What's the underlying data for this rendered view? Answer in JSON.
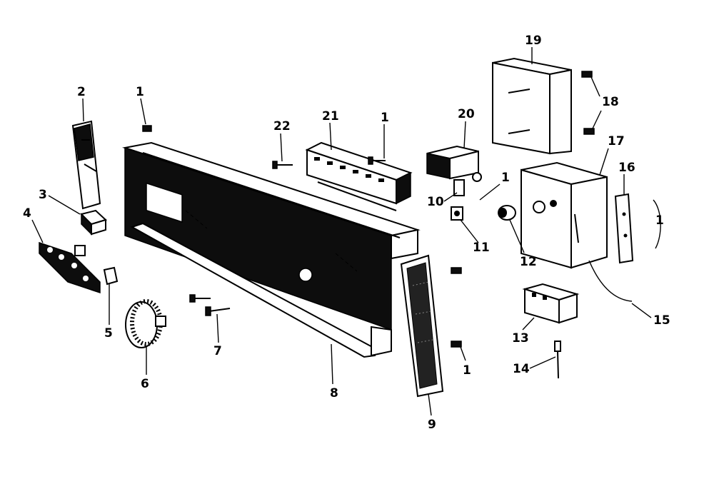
{
  "callouts": [
    {
      "id": "c1a",
      "text": "1"
    },
    {
      "id": "c2",
      "text": "2"
    },
    {
      "id": "c3",
      "text": "3"
    },
    {
      "id": "c4",
      "text": "4"
    },
    {
      "id": "c5",
      "text": "5"
    },
    {
      "id": "c6",
      "text": "6"
    },
    {
      "id": "c7",
      "text": "7"
    },
    {
      "id": "c8",
      "text": "8"
    },
    {
      "id": "c9",
      "text": "9"
    },
    {
      "id": "c1b",
      "text": "1"
    },
    {
      "id": "c10",
      "text": "10"
    },
    {
      "id": "c11",
      "text": "11"
    },
    {
      "id": "c12",
      "text": "12"
    },
    {
      "id": "c13",
      "text": "13"
    },
    {
      "id": "c14",
      "text": "14"
    },
    {
      "id": "c15",
      "text": "15"
    },
    {
      "id": "c16",
      "text": "16"
    },
    {
      "id": "c1c",
      "text": "1"
    },
    {
      "id": "c17",
      "text": "17"
    },
    {
      "id": "c18",
      "text": "18"
    },
    {
      "id": "c19",
      "text": "19"
    },
    {
      "id": "c20",
      "text": "20"
    },
    {
      "id": "c1d",
      "text": "1"
    },
    {
      "id": "c1e",
      "text": "1"
    },
    {
      "id": "c21",
      "text": "21"
    },
    {
      "id": "c22",
      "text": "22"
    }
  ]
}
